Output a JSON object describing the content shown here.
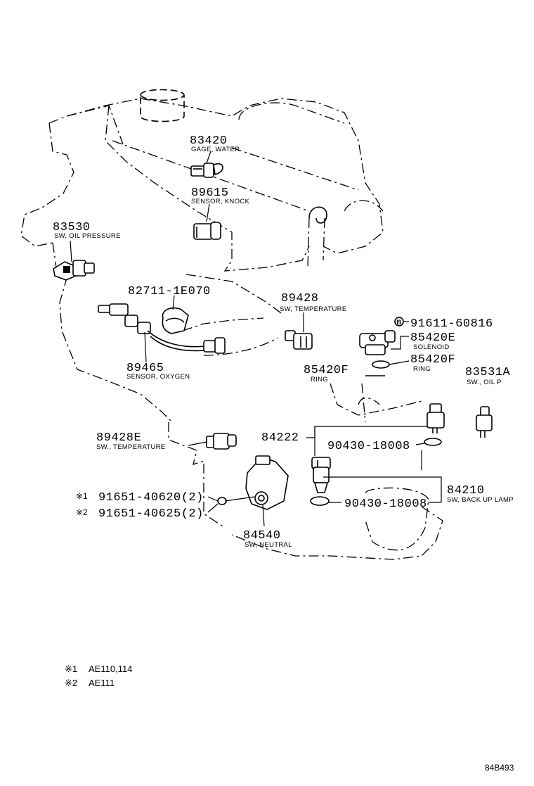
{
  "parts": [
    {
      "id": "p83420",
      "number": "83420",
      "name": "GAGE, WATER"
    },
    {
      "id": "p89615",
      "number": "89615",
      "name": "SENSOR, KNOCK"
    },
    {
      "id": "p83530",
      "number": "83530",
      "name": "SW, OIL PRESSURE"
    },
    {
      "id": "p82711",
      "number": "82711-1E070",
      "name": ""
    },
    {
      "id": "p89428",
      "number": "89428",
      "name": "SW, TEMPERATURE"
    },
    {
      "id": "p91611",
      "number": "91611-60816",
      "name": ""
    },
    {
      "id": "p85420E",
      "number": "85420E",
      "name": "SOLENOID"
    },
    {
      "id": "p85420F_r",
      "number": "85420F",
      "name": "RING"
    },
    {
      "id": "p85420F_l",
      "number": "85420F",
      "name": "RING"
    },
    {
      "id": "p83531A",
      "number": "83531A",
      "name": "SW., OIL P"
    },
    {
      "id": "p89465",
      "number": "89465",
      "name": "SENSOR, OXYGEN"
    },
    {
      "id": "p89428E",
      "number": "89428E",
      "name": "SW., TEMPERATURE"
    },
    {
      "id": "p84222",
      "number": "84222",
      "name": ""
    },
    {
      "id": "p90430a",
      "number": "90430-18008",
      "name": ""
    },
    {
      "id": "p84210",
      "number": "84210",
      "name": "SW, BACK UP LAMP"
    },
    {
      "id": "p90430b",
      "number": "90430-18008",
      "name": ""
    },
    {
      "id": "p91651a",
      "number": "91651-40620(2)",
      "mark": "※1",
      "name": ""
    },
    {
      "id": "p91651b",
      "number": "91651-40625(2)",
      "mark": "※2",
      "name": ""
    },
    {
      "id": "p84540",
      "number": "84540",
      "name": "SW, NEUTRAL"
    }
  ],
  "footnotes": [
    {
      "mark": "※1",
      "text": "AE110,114"
    },
    {
      "mark": "※2",
      "text": "AE111"
    }
  ],
  "diagram_ref": "84B493",
  "bolt_symbol": "B"
}
